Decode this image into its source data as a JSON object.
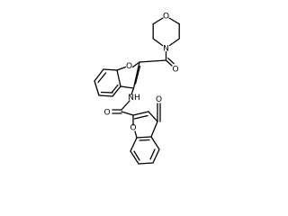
{
  "molecule": {
    "atom_labels": {
      "morpholine_o": "O",
      "morpholine_n": "N",
      "amide1_o": "O",
      "furan_o": "O",
      "amide2_nh": "NH",
      "amide2_o": "O",
      "ketone_o": "O",
      "chromone_o": "O"
    }
  }
}
